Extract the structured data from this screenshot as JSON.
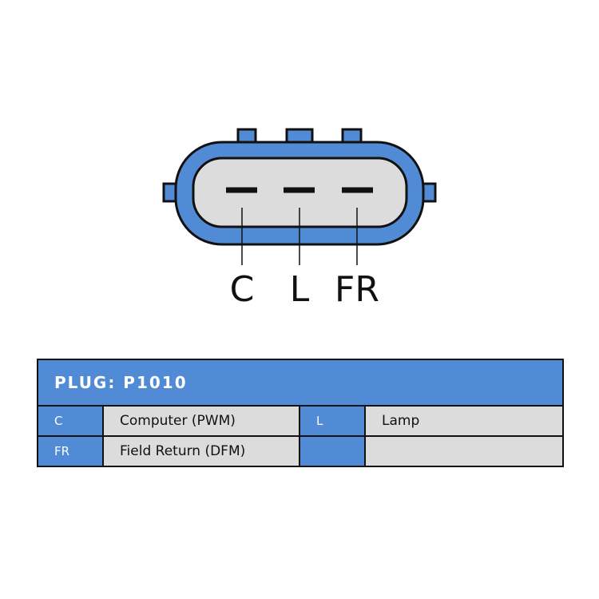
{
  "colors": {
    "accent": "#528bd5",
    "cell_gray": "#dcdcdc",
    "outline": "#111111"
  },
  "connector": {
    "pins": [
      "C",
      "L",
      "FR"
    ]
  },
  "table": {
    "header": "PLUG: P1010",
    "rows": [
      [
        {
          "code": "C",
          "desc": "Computer (PWM)"
        },
        {
          "code": "L",
          "desc": "Lamp"
        }
      ],
      [
        {
          "code": "FR",
          "desc": "Field Return (DFM)"
        },
        {
          "code": "",
          "desc": ""
        }
      ]
    ]
  }
}
